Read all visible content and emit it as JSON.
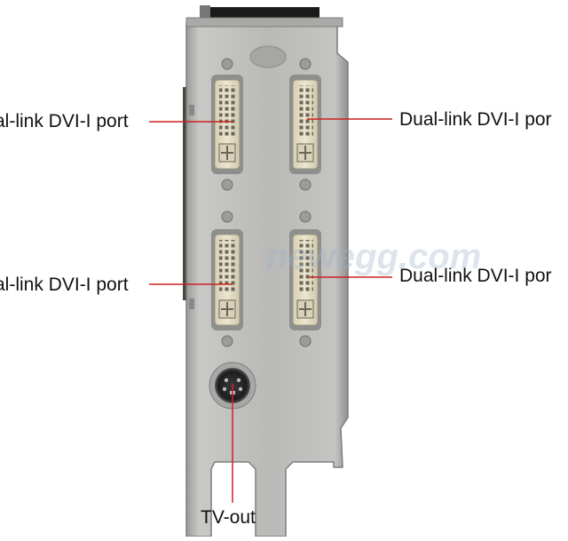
{
  "labels": {
    "port_top_left": "al-link DVI-I port",
    "port_top_right": "Dual-link DVI-I por",
    "port_bottom_left": "al-link DVI-I port",
    "port_bottom_right": "Dual-link DVI-I por",
    "tv_out": "TV-out"
  },
  "watermark": "newegg.com",
  "colors": {
    "callout_line": "#cc2222",
    "bracket": "#b8b8b6",
    "dvi_body": "#e6e0c8",
    "background": "#ffffff"
  }
}
